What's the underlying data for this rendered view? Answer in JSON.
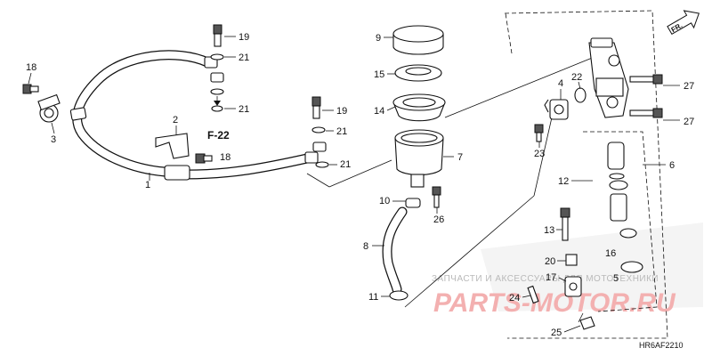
{
  "diagram": {
    "code": "HR6AF2210",
    "reference": "F-22",
    "direction": "FR.",
    "watermark": {
      "line1": "ЗАПЧАСТИ И АКСЕССУАРЫ ДЛЯ МОТОТЕХНИКИ",
      "line2": "PARTS-MOTOR.RU"
    },
    "callouts": {
      "c1": "1",
      "c2": "2",
      "c3": "3",
      "c4": "4",
      "c5": "5",
      "c6": "6",
      "c7": "7",
      "c8": "8",
      "c9": "9",
      "c10": "10",
      "c11": "11",
      "c12": "12",
      "c13": "13",
      "c14": "14",
      "c15": "15",
      "c16": "16",
      "c17": "17",
      "c18a": "18",
      "c18b": "18",
      "c19a": "19",
      "c19b": "19",
      "c20": "20",
      "c21a": "21",
      "c21b": "21",
      "c21c": "21",
      "c21d": "21",
      "c22": "22",
      "c23": "23",
      "c24": "24",
      "c25": "25",
      "c26": "26",
      "c27a": "27",
      "c27b": "27"
    },
    "colors": {
      "ink": "#111111",
      "watermark_gray": "#b9b9b9",
      "watermark_red": "#f3b0b0"
    },
    "icons": [
      "direction-arrow-icon"
    ]
  }
}
